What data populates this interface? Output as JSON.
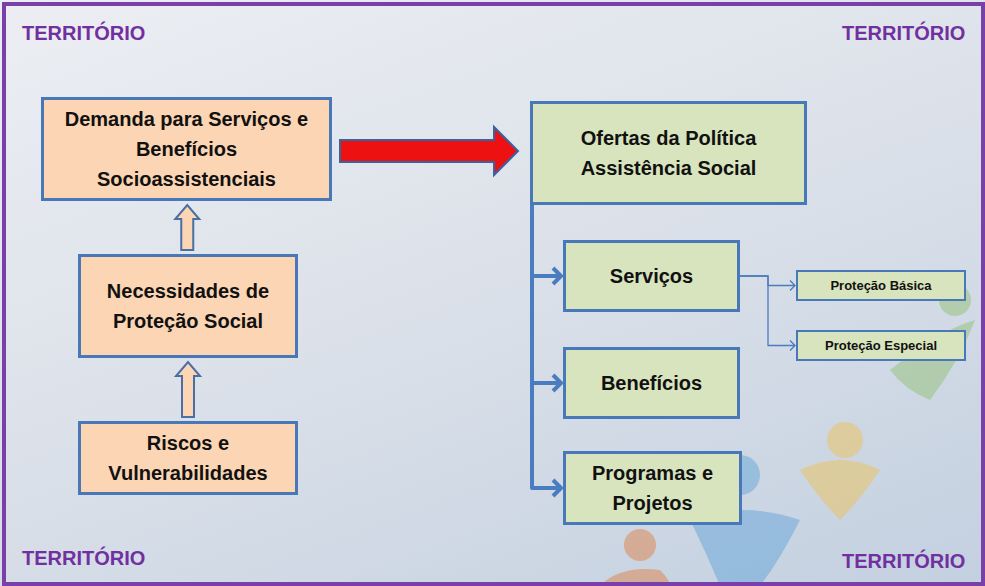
{
  "diagram": {
    "nodes": [
      {
        "text": [
          "Demanda para Serviços e Benefícios Socioassistenciais"
        ]
      },
      {
        "text": [
          "Necessidades de Proteção Social"
        ]
      },
      {
        "text": [
          "Riscos e Vulnerabilidades"
        ]
      },
      {
        "text": [
          "Ofertas da Política Assistência Social"
        ]
      },
      {
        "text": [
          "Serviços"
        ]
      },
      {
        "text": [
          "Benefícios"
        ]
      },
      {
        "text": [
          "Programas e Projetos"
        ]
      },
      {
        "text": [
          "Proteção Básica"
        ]
      },
      {
        "text": [
          "Proteção Especial"
        ]
      }
    ],
    "edges": [
      {
        "from": 2,
        "to": 1,
        "arrow": "to"
      },
      {
        "from": 1,
        "to": 0,
        "arrow": "to"
      },
      {
        "from": 0,
        "to": 3,
        "arrow": "to"
      },
      {
        "from": 3,
        "to": 4,
        "arrow": "to"
      },
      {
        "from": 3,
        "to": 5,
        "arrow": "to"
      },
      {
        "from": 3,
        "to": 6,
        "arrow": "to"
      },
      {
        "from": 4,
        "to": 7,
        "arrow": "to"
      },
      {
        "from": 4,
        "to": 8,
        "arrow": "to"
      }
    ],
    "labels": [
      "TERRITÓRIO",
      "TERRITÓRIO",
      "TERRITÓRIO",
      "TERRITÓRIO"
    ]
  }
}
